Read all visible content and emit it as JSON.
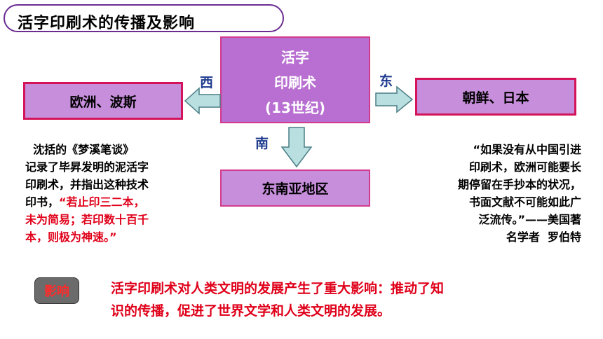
{
  "title": "活字印刷术的传播及影响",
  "center": {
    "line1": "活字",
    "line2": "印刷术",
    "line3": "(13世纪)"
  },
  "west": {
    "direction": "西",
    "label": "欧洲、波斯"
  },
  "east": {
    "direction": "东",
    "label": "朝鲜、日本"
  },
  "south": {
    "direction": "南",
    "label": "东南亚地区"
  },
  "left_quote": {
    "lines": [
      "  沈括的《梦溪笔谈》",
      "记录了毕昇发明的泥活字",
      "印刷术，并指出这种技术",
      "印书，"
    ],
    "red_lines": [
      "“若止印三二本，",
      "未为简易；若印数十百千",
      "本，则极为神速。”"
    ]
  },
  "right_quote": {
    "lines": [
      "“如果没有从中国引进",
      "印刷术，欧洲可能要长",
      "期停留在手抄本的状况，",
      "书面文献不可能如此广",
      "泛流传。”——美国著",
      "名学者  罗伯特"
    ]
  },
  "impact": {
    "badge": "影响",
    "line1": "活字印刷术对人类文明的发展产生了重大影响：推动了知",
    "line2": "识的传播，促进了世界文学和人类文明的发展。"
  },
  "colors": {
    "box_fill": "#c78edb",
    "center_fill": "#b86fd1",
    "border": "#d4145a",
    "arrow_fill": "#b9dfe0",
    "arrow_stroke": "#4a7f85",
    "direction_text": "#1f3b8f",
    "highlight_text": "#e0001a"
  }
}
